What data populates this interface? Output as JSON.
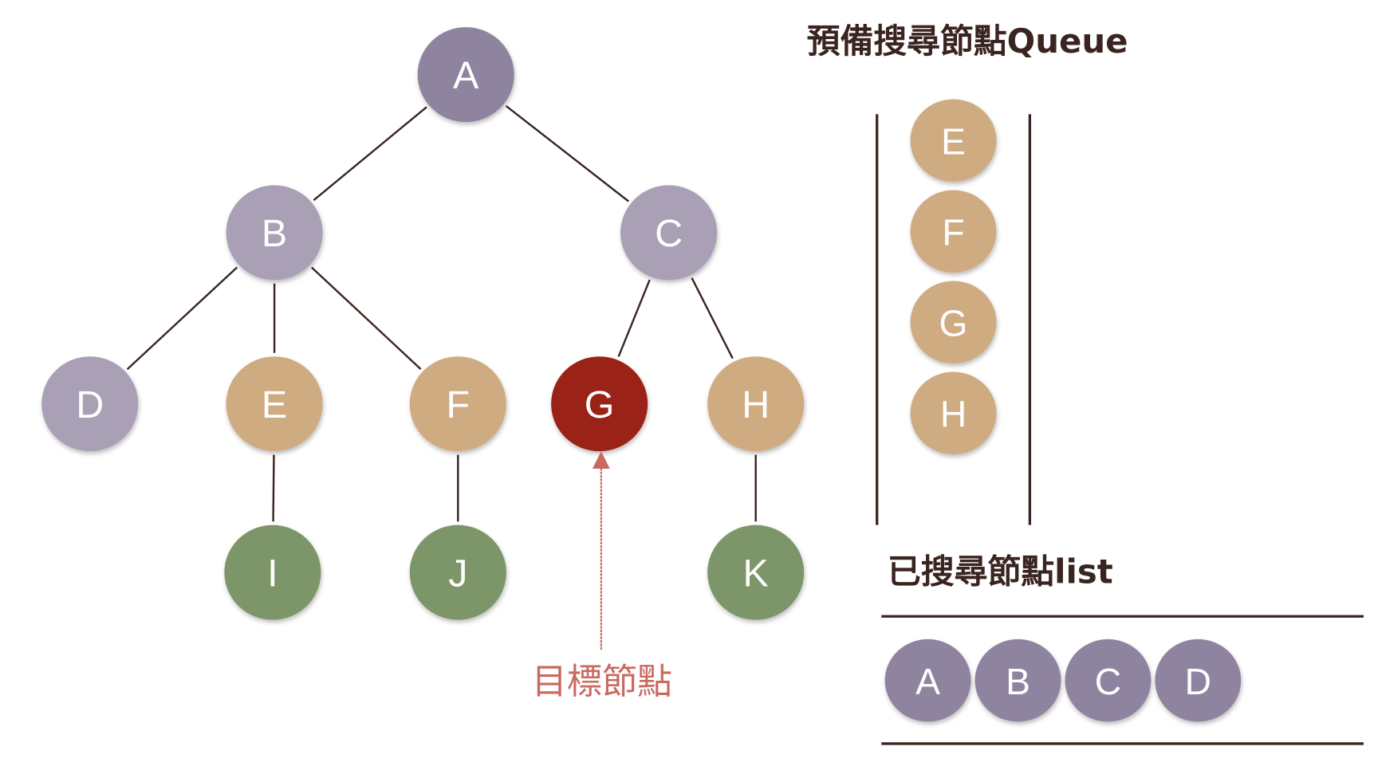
{
  "colors": {
    "visited_dark": "#8f849f",
    "visited_light": "#a9a0b6",
    "queued": "#cfab82",
    "unvisited": "#7d9669",
    "target": "#9b2318",
    "edge": "#3a2620",
    "annotation": "#c96a60"
  },
  "tree": {
    "nodes": [
      {
        "id": "A",
        "state": "visited_dark"
      },
      {
        "id": "B",
        "state": "visited_light"
      },
      {
        "id": "C",
        "state": "visited_light"
      },
      {
        "id": "D",
        "state": "visited_light"
      },
      {
        "id": "E",
        "state": "queued"
      },
      {
        "id": "F",
        "state": "queued"
      },
      {
        "id": "G",
        "state": "target"
      },
      {
        "id": "H",
        "state": "queued"
      },
      {
        "id": "I",
        "state": "unvisited"
      },
      {
        "id": "J",
        "state": "unvisited"
      },
      {
        "id": "K",
        "state": "unvisited"
      }
    ],
    "edges": [
      [
        "A",
        "B"
      ],
      [
        "A",
        "C"
      ],
      [
        "B",
        "D"
      ],
      [
        "B",
        "E"
      ],
      [
        "B",
        "F"
      ],
      [
        "C",
        "G"
      ],
      [
        "C",
        "H"
      ],
      [
        "E",
        "I"
      ],
      [
        "F",
        "J"
      ],
      [
        "H",
        "K"
      ]
    ]
  },
  "target_label": "目標節點",
  "queue": {
    "title": "預備搜尋節點Queue",
    "items": [
      "E",
      "F",
      "G",
      "H"
    ]
  },
  "visited_list": {
    "title": "已搜尋節點list",
    "items": [
      "A",
      "B",
      "C",
      "D"
    ]
  }
}
